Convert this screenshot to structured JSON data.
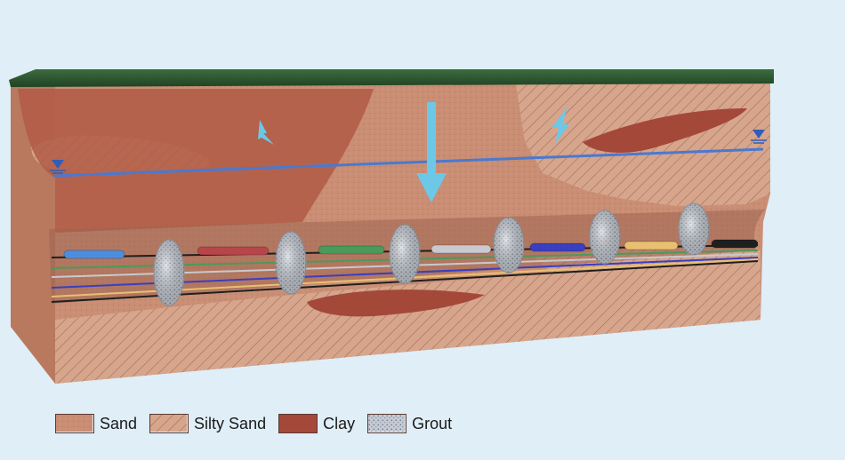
{
  "legend": [
    {
      "id": "sand",
      "label": "Sand",
      "color": "#c98e74"
    },
    {
      "id": "silty-sand",
      "label": "Silty Sand",
      "color": "#d9a68d"
    },
    {
      "id": "clay",
      "label": "Clay",
      "color": "#a4483a"
    },
    {
      "id": "grout",
      "label": "Grout",
      "color": "#c7ccd3"
    }
  ],
  "colors": {
    "background": "#dfeef7",
    "grass": "#2e5a33",
    "water_table": "#4a79d0",
    "arrow": "#6cc8e6"
  },
  "sensor_colors": [
    "#4a8ee0",
    "#b7454a",
    "#4a9a5a",
    "#c9c9cf",
    "#3a3ec0",
    "#e8c070",
    "#1f1f1f"
  ],
  "icons": [
    "water-table-symbol",
    "infiltration-arrow"
  ]
}
